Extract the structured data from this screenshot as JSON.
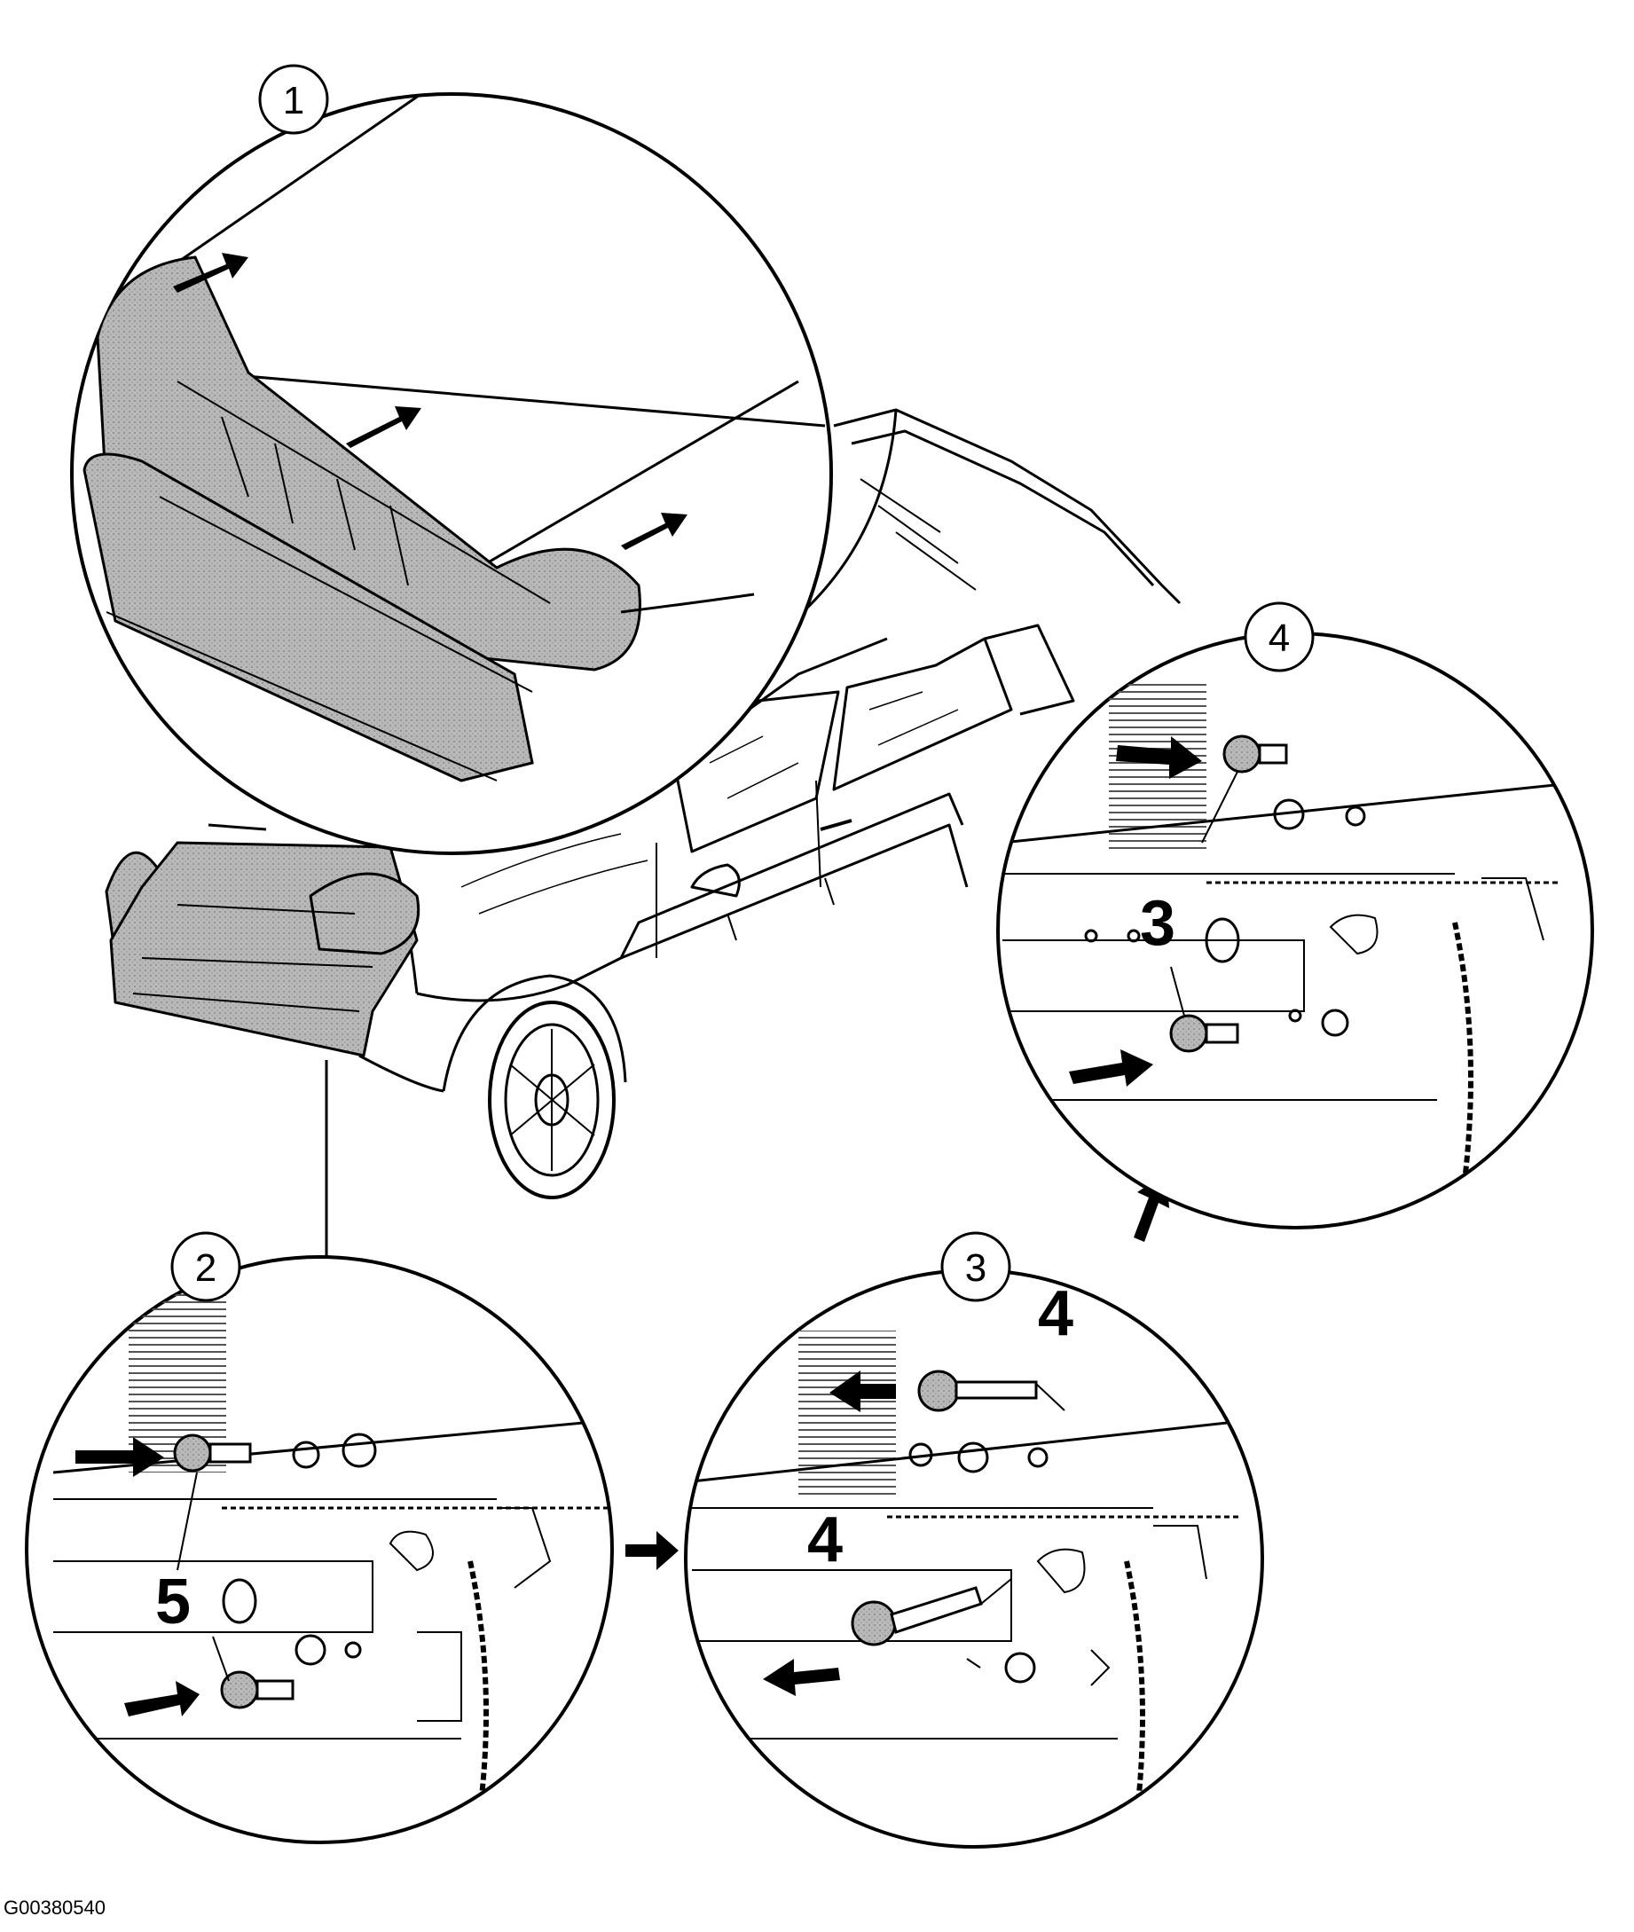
{
  "figure_id": "G00380540",
  "steps": [
    {
      "number": "1"
    },
    {
      "number": "2",
      "callouts": [
        "5"
      ]
    },
    {
      "number": "3",
      "callouts": [
        "4",
        "4"
      ]
    },
    {
      "number": "4",
      "callouts": [
        "3"
      ]
    }
  ],
  "colors": {
    "ink": "#000000",
    "shade": "#b5b5b5",
    "paper": "#ffffff"
  }
}
